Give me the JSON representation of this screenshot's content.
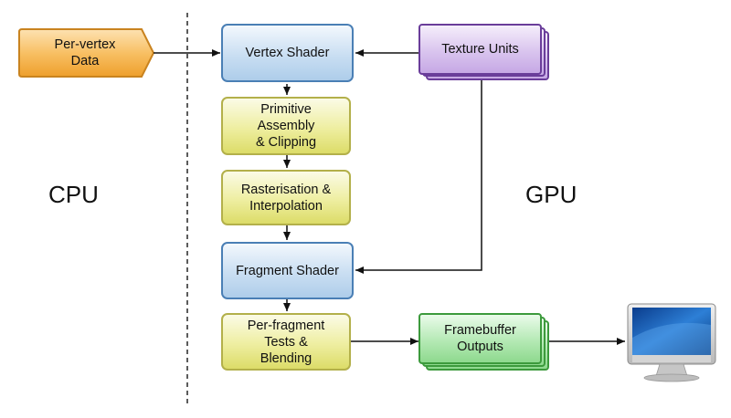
{
  "diagram": {
    "cpu_label": "CPU",
    "gpu_label": "GPU",
    "per_vertex_data": "Per-vertex\nData",
    "vertex_shader": "Vertex Shader",
    "texture_units": "Texture Units",
    "primitive_assembly": "Primitive\nAssembly\n& Clipping",
    "rasterisation": "Rasterisation &\nInterpolation",
    "fragment_shader": "Fragment Shader",
    "per_fragment_tests": "Per-fragment\nTests &\nBlending",
    "framebuffer_outputs": "Framebuffer\nOutputs",
    "monitor_icon": "monitor-icon"
  },
  "colors": {
    "shader_blue": "#c9def2",
    "fixed_function_yellow": "#eeeea0",
    "texture_purple": "#d9c4ee",
    "framebuffer_green": "#b4e9b4",
    "input_orange": "#f5b74a",
    "arrow": "#111111"
  }
}
